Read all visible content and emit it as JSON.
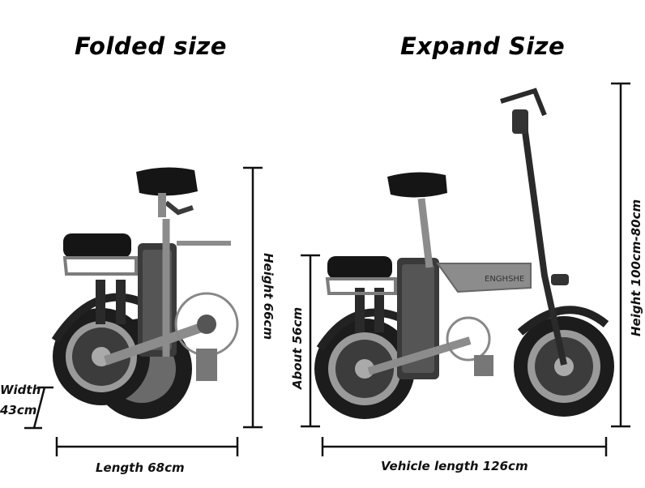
{
  "titles": {
    "folded": "Folded size",
    "expand": "Expand Size"
  },
  "folded": {
    "height": "Height 66cm",
    "length": "Length 68cm",
    "width_line1": "Width",
    "width_line2": "43cm"
  },
  "expanded": {
    "height": "Height 100cm-80cm",
    "seat_height": "About 56cm",
    "length": "Vehicle length 126cm",
    "frame_brand": "ENGHSHE"
  },
  "colors": {
    "tire": "#1c1c1c",
    "frame": "#8c8c8c",
    "battery": "#3a3a3a",
    "seat": "#151515",
    "dimension_line": "#111111"
  }
}
